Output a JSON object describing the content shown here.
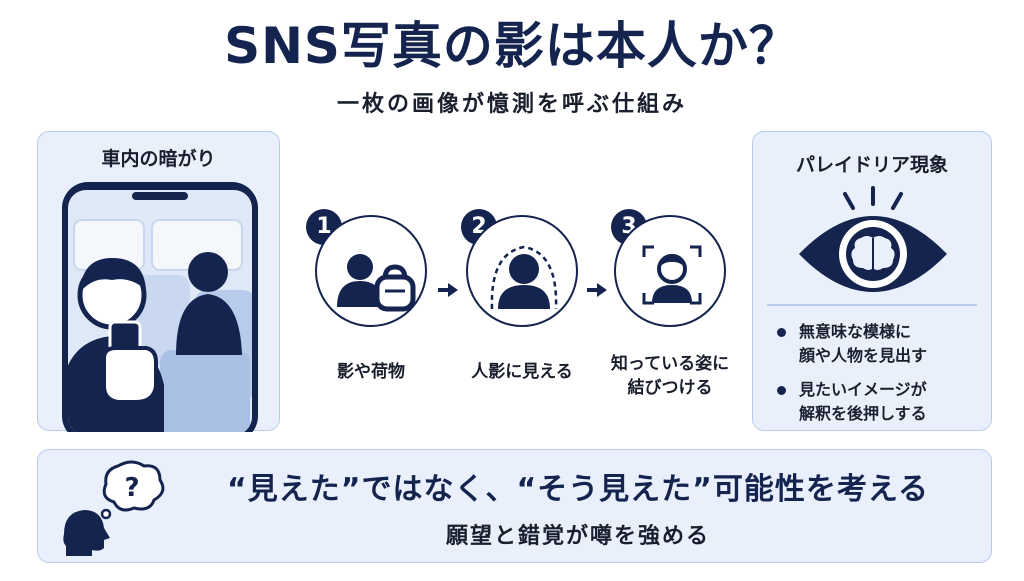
{
  "header": {
    "title": "SNS写真の影は本人か？",
    "subtitle": "一枚の画像が憶測を呼ぶ仕組み"
  },
  "left_panel": {
    "title": "車内の暗がり"
  },
  "steps": [
    {
      "number": "1",
      "label_lines": [
        "影や荷物"
      ],
      "icon": "shadow-and-bag-icon"
    },
    {
      "number": "2",
      "label_lines": [
        "人影に見える"
      ],
      "icon": "person-silhouette-icon"
    },
    {
      "number": "3",
      "label_lines": [
        "知っている姿に",
        "結びつける"
      ],
      "icon": "face-recognition-icon"
    }
  ],
  "right_panel": {
    "title": "パレイドリア現象",
    "icon": "eye-brain-icon",
    "bullets": [
      {
        "lines": [
          "無意味な模様に",
          "顔や人物を見出す"
        ]
      },
      {
        "lines": [
          "見たいイメージが",
          "解釈を後押しする"
        ]
      }
    ]
  },
  "bottom_panel": {
    "icon": "thinking-head-icon",
    "message": "“見えた”ではなく、“そう見えた”可能性を考える",
    "sub_message": "願望と錯覚が噂を強める"
  },
  "colors": {
    "navy": "#14244f",
    "panel_bg": "#e9f0fb",
    "panel_border": "#b9cdee"
  }
}
